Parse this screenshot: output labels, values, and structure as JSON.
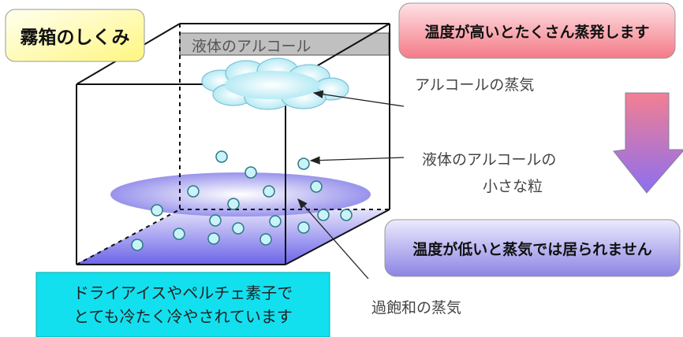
{
  "title_badge": "霧箱のしくみ",
  "liquid_layer_label": "液体のアルコール",
  "vapor_label": "アルコールの蒸気",
  "droplet_label": [
    "液体のアルコールの",
    "小さな粒"
  ],
  "supersaturated_label": "過飽和の蒸気",
  "high_temp_box": "温度が高いとたくさん蒸発します",
  "low_temp_box": "温度が低いと蒸気では居られません",
  "cooling_box": [
    "ドライアイスやペルチェ素子で",
    "とても冷たく冷やされています"
  ],
  "colors": {
    "badge_fill": "#ffffa0",
    "high_box_fill": "#f47a86",
    "low_box_fill": "#8c84e4",
    "cooling_box_fill": "#12e0ef",
    "arrow_top": "#f37f92",
    "arrow_bottom": "#8c6ff0",
    "cold_floor": "#6e66e8",
    "droplet_fill": "#c9f3f8"
  }
}
